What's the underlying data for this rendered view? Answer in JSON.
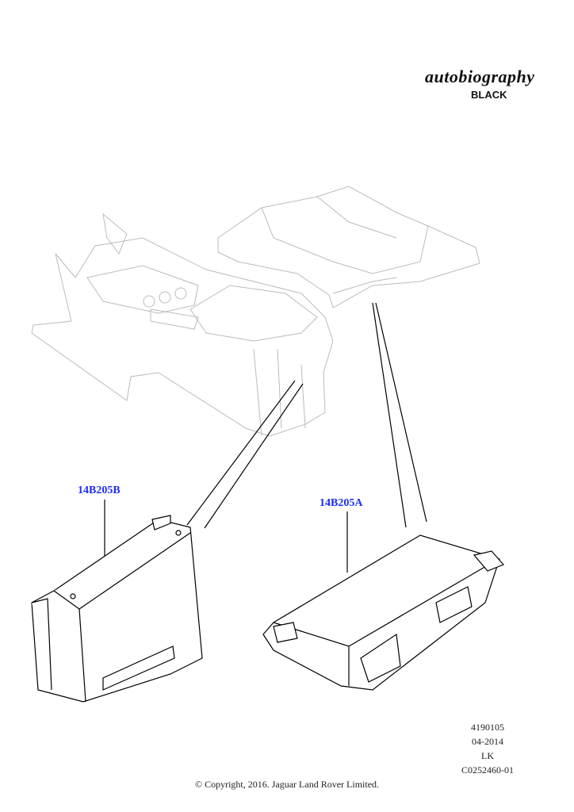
{
  "logo": {
    "script": "autobiography",
    "subtitle": "BLACK"
  },
  "callouts": [
    {
      "part_number": "14B205B"
    },
    {
      "part_number": "14B205A"
    }
  ],
  "meta": {
    "illustration_number": "4190105",
    "date": "04-2014",
    "initials": "LK",
    "drawing_code": "C0252460-01"
  },
  "copyright": "© Copyright, 2016. Jaguar Land Rover Limited."
}
